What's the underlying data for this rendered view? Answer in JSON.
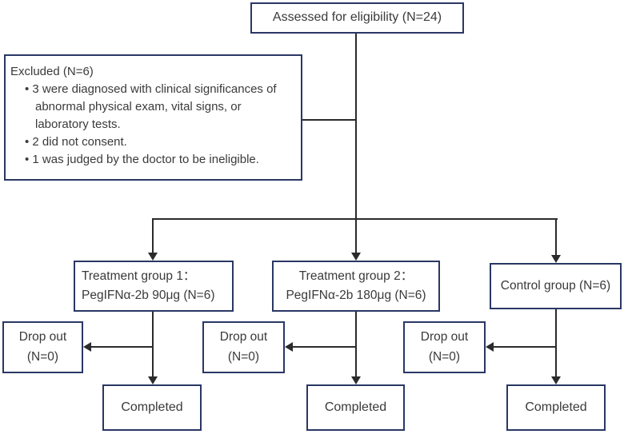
{
  "diagram": {
    "kind": "participant-flow-diagram",
    "boxes": {
      "assessed": {
        "label": "Assessed for eligibility (N=24)"
      },
      "excluded": {
        "title": "Excluded (N=6)",
        "bullets": [
          "3 were diagnosed with clinical significances of abnormal physical exam, vital signs, or laboratory tests.",
          "2 did not consent.",
          "1 was judged by the doctor to be ineligible."
        ]
      },
      "treatment1": {
        "line1": "Treatment group 1：",
        "line2": "PegIFNα-2b 90μg (N=6)"
      },
      "treatment2": {
        "line1": "Treatment group 2：",
        "line2": "PegIFNα-2b 180μg (N=6)"
      },
      "control": {
        "label": "Control group (N=6)"
      },
      "dropout1": {
        "line1": "Drop out",
        "line2": "(N=0)"
      },
      "dropout2": {
        "line1": "Drop out",
        "line2": "(N=0)"
      },
      "dropout3": {
        "line1": "Drop out",
        "line2": "(N=0)"
      },
      "completed1": {
        "label": "Completed"
      },
      "completed2": {
        "label": "Completed"
      },
      "completed3": {
        "label": "Completed"
      }
    },
    "colors": {
      "box_border": "#2a3765",
      "line": "#2b2b2b",
      "text": "#3a3a3a",
      "bg": "#ffffff"
    }
  }
}
